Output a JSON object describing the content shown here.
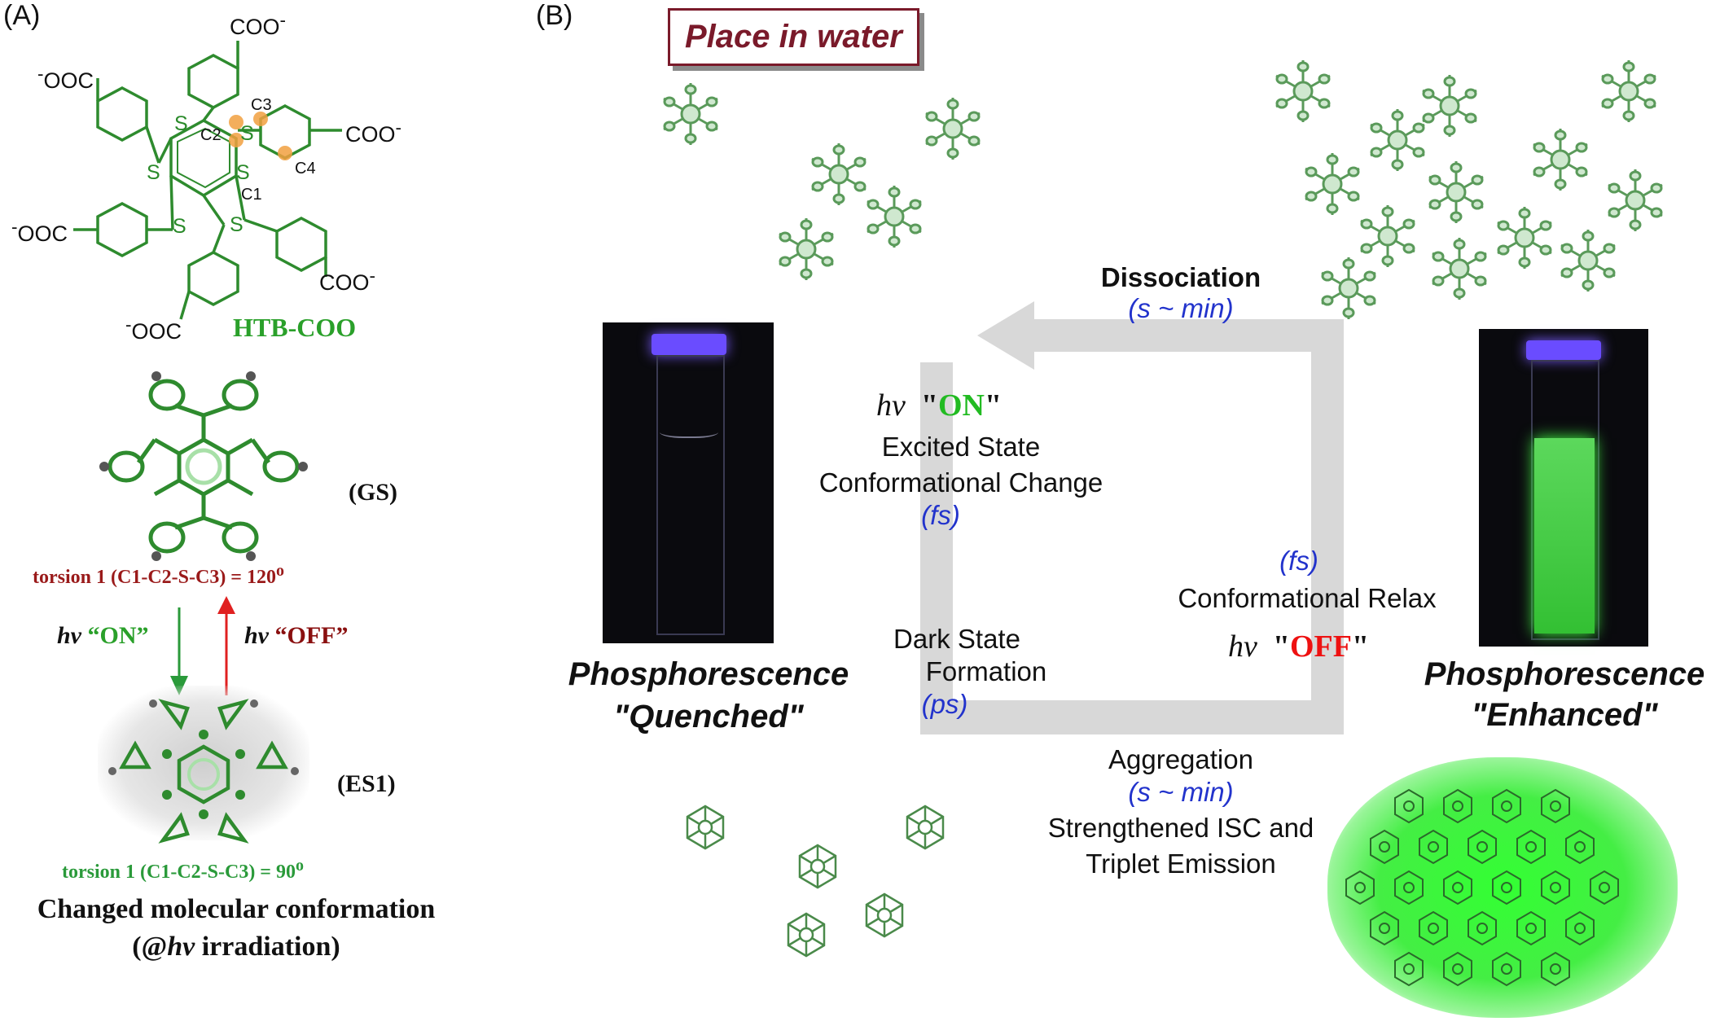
{
  "panel_a": {
    "label": "(A)",
    "structure": {
      "coo_top": "COO",
      "ooc_left_top": "OOC",
      "coo_right": "COO",
      "ooc_left_mid": "OOC",
      "coo_right_bottom": "COO",
      "ooc_bottom": "OOC",
      "neg": "-",
      "S": "S",
      "C1": "C1",
      "C2": "C2",
      "C3": "C3",
      "C4": "C4",
      "name": "HTB-COO"
    },
    "gs_label": "(GS)",
    "torsion_gs": "torsion 1 (C1-C2-S-C3) = 120",
    "degree": "o",
    "hv": "hv",
    "on_label": "“ON”",
    "off_label": "“OFF”",
    "es1_label": "(ES1)",
    "torsion_es1": "torsion 1 (C1-C2-S-C3) = 90",
    "changed_line1": "Changed molecular conformation",
    "changed_line2_pre": "(@",
    "changed_line2_hv": "hv",
    "changed_line2_post": " irradiation)"
  },
  "panel_b": {
    "label": "(B)",
    "place_in_water": "Place in water",
    "dissociation": "Dissociation",
    "dissociation_time": "(s ~ min)",
    "hv_symbol": "hν",
    "on_text": "ON",
    "off_text": "OFF",
    "quote": "\"",
    "excited_1": "Excited State",
    "excited_2": "Conformational Change",
    "excited_time": "(fs)",
    "relax_time": "(fs)",
    "relax": "Conformational Relax",
    "dark_1": "Dark State",
    "dark_2": "Formation",
    "dark_time": "(ps)",
    "aggregation": "Aggregation",
    "aggregation_time": "(s ~ min)",
    "isc_1": "Strengthened ISC and",
    "isc_2": "Triplet Emission",
    "phos_left_1": "Phosphorescence",
    "phos_left_2": "\"Quenched\"",
    "phos_right_1": "Phosphorescence",
    "phos_right_2": "\"Enhanced\""
  },
  "colors": {
    "molecule_green": "#2e8b2e",
    "orange_highlight": "#f2a040",
    "torsion_red": "#9a1a1a",
    "arrow_green": "#2a9a3a",
    "arrow_red": "#e02020",
    "cycle_gray": "#d8d8d8",
    "time_blue": "#2233cc",
    "glow_green": "#33ff33",
    "place_border": "#7a1a2a"
  }
}
